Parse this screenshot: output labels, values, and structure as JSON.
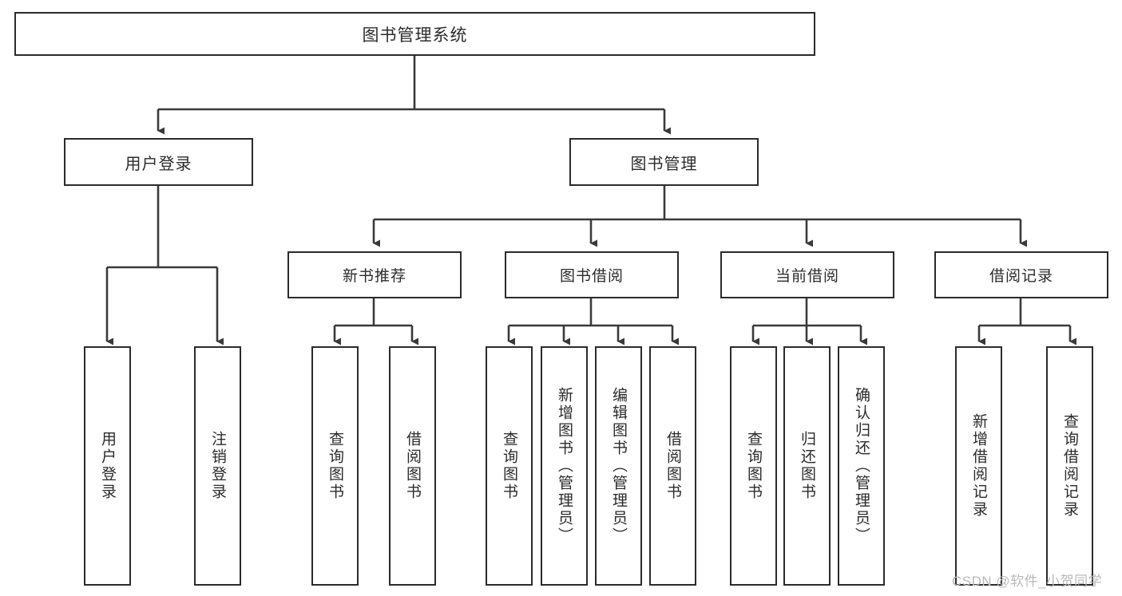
{
  "diagram": {
    "title": "图书管理系统",
    "type": "tree-hierarchy-chart",
    "orientation": "top-down",
    "colors": {
      "box_border": "#2b2b2b",
      "box_fill": "#ffffff",
      "edge": "#3a3a3a",
      "text": "#2b2b2b",
      "watermark": "#b9b9b9",
      "background": "#ffffff"
    },
    "root": {
      "label": "图书管理系统"
    },
    "level1": [
      {
        "id": "user-login",
        "label": "用户登录"
      },
      {
        "id": "book-manage",
        "label": "图书管理"
      }
    ],
    "level2": [
      {
        "id": "new-book-rec",
        "label": "新书推荐"
      },
      {
        "id": "book-borrow",
        "label": "图书借阅"
      },
      {
        "id": "current-borrow",
        "label": "当前借阅"
      },
      {
        "id": "borrow-record",
        "label": "借阅记录"
      }
    ],
    "leaves": {
      "user_login": [
        {
          "id": "leaf-user-login",
          "label": "用户登录"
        },
        {
          "id": "leaf-logout-login",
          "label": "注销登录"
        }
      ],
      "new_book_rec": [
        {
          "id": "leaf-query-book-1",
          "label": "查询图书"
        },
        {
          "id": "leaf-borrow-book-1",
          "label": "借阅图书"
        }
      ],
      "book_borrow": [
        {
          "id": "leaf-query-book-2",
          "label": "查询图书"
        },
        {
          "id": "leaf-add-book",
          "label": "新增图书（管理员）"
        },
        {
          "id": "leaf-edit-book",
          "label": "编辑图书（管理员）"
        },
        {
          "id": "leaf-borrow-book-2",
          "label": "借阅图书"
        }
      ],
      "current_borrow": [
        {
          "id": "leaf-query-book-3",
          "label": "查询图书"
        },
        {
          "id": "leaf-return-book",
          "label": "归还图书"
        },
        {
          "id": "leaf-confirm-return",
          "label": "确认归还（管理员）"
        }
      ],
      "borrow_record": [
        {
          "id": "leaf-add-record",
          "label": "新增借阅记录"
        },
        {
          "id": "leaf-query-record",
          "label": "查询借阅记录"
        }
      ]
    }
  },
  "watermark": {
    "text": "CSDN @软件_小贺同学"
  }
}
